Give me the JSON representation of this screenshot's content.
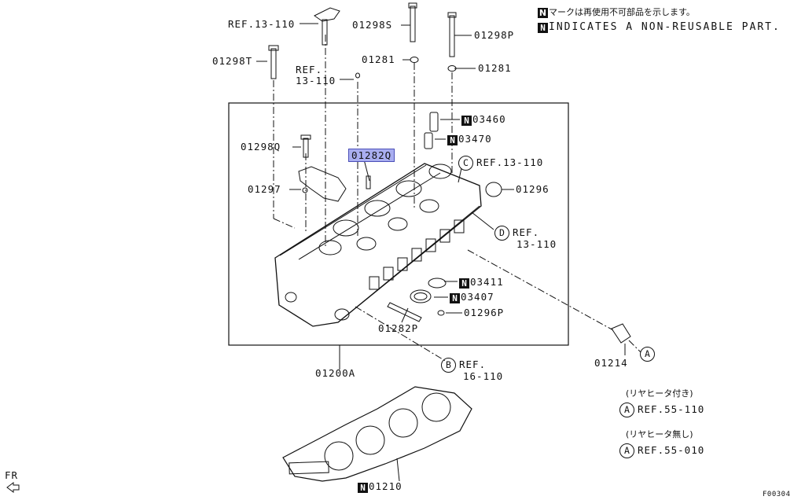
{
  "legend": {
    "badge": "N",
    "jp": "マークは再使用不可部品を示します。",
    "en": "INDICATES A NON-REUSABLE PART."
  },
  "parts": {
    "p01298s": "01298S",
    "p01298p": "01298P",
    "p01281_a": "01281",
    "p01281_b": "01281",
    "p01298t": "01298T",
    "ref_13_110_top": "REF.13-110",
    "ref_mid_a": "REF.",
    "ref_mid_b": "13-110",
    "p03460": "03460",
    "p03470": "03470",
    "p01282q": "01282Q",
    "p01298q": "01298Q",
    "ref_c": "REF.13-110",
    "p01296": "01296",
    "p01297": "01297",
    "ref_d_a": "REF.",
    "ref_d_b": "13-110",
    "p03411": "03411",
    "p03407": "03407",
    "p01296p": "01296P",
    "p01282p": "01282P",
    "ref_b_a": "REF.",
    "ref_b_b": "16-110",
    "p01214": "01214",
    "p01200a": "01200A",
    "p01210": "01210"
  },
  "circles": {
    "a": "A",
    "b": "B",
    "c": "C",
    "d": "D",
    "a2": "A",
    "a3": "A"
  },
  "heater_with": "(リヤヒータ付き)",
  "ref_55_110": "REF.55-110",
  "heater_without": "(リヤヒータ無し)",
  "ref_55_010": "REF.55-010",
  "fr": "FR",
  "fig_code": "F00304"
}
